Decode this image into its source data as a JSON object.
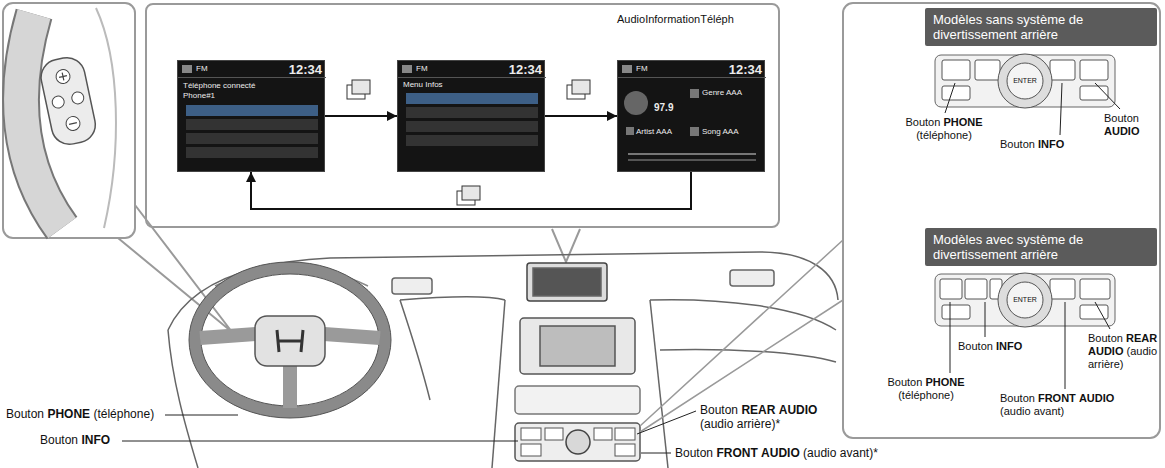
{
  "diagram": {
    "nodes": [
      {
        "text": [
          "AudioInformationTéléph"
        ]
      },
      {
        "text": [
          "FM",
          "12:34",
          "Téléphone connecté",
          "Phone#1"
        ],
        "in": 0
      },
      {
        "text": [
          "FM",
          "12:34",
          "Menu Infos"
        ],
        "in": 0
      },
      {
        "text": [
          "FM",
          "12:34",
          "97.9",
          "Genre AAA",
          "Artist AAA",
          "Song AAA"
        ],
        "in": 0
      },
      {
        "text": [
          "Modèles sans système de divertissement arrière"
        ]
      },
      {
        "text": [
          "Modèles avec système de divertissement arrière"
        ]
      }
    ],
    "edges": [
      {
        "from": 1,
        "to": 2,
        "arrow": "to"
      },
      {
        "from": 2,
        "to": 3,
        "arrow": "to"
      },
      {
        "from": 3,
        "to": 1,
        "arrow": "to"
      }
    ],
    "labels": [
      "Bouton PHONE (téléphone)",
      "Bouton INFO",
      "Bouton AUDIO",
      "Bouton INFO",
      "Bouton PHONE (téléphone)",
      "Bouton REAR AUDIO (audio arrière)",
      "Bouton FRONT AUDIO (audio avant)",
      "Bouton PHONE (téléphone)",
      "Bouton INFO",
      "Bouton REAR AUDIO (audio arrière)*",
      "Bouton FRONT AUDIO (audio avant)*",
      "ENTER",
      "ENTER"
    ]
  }
}
